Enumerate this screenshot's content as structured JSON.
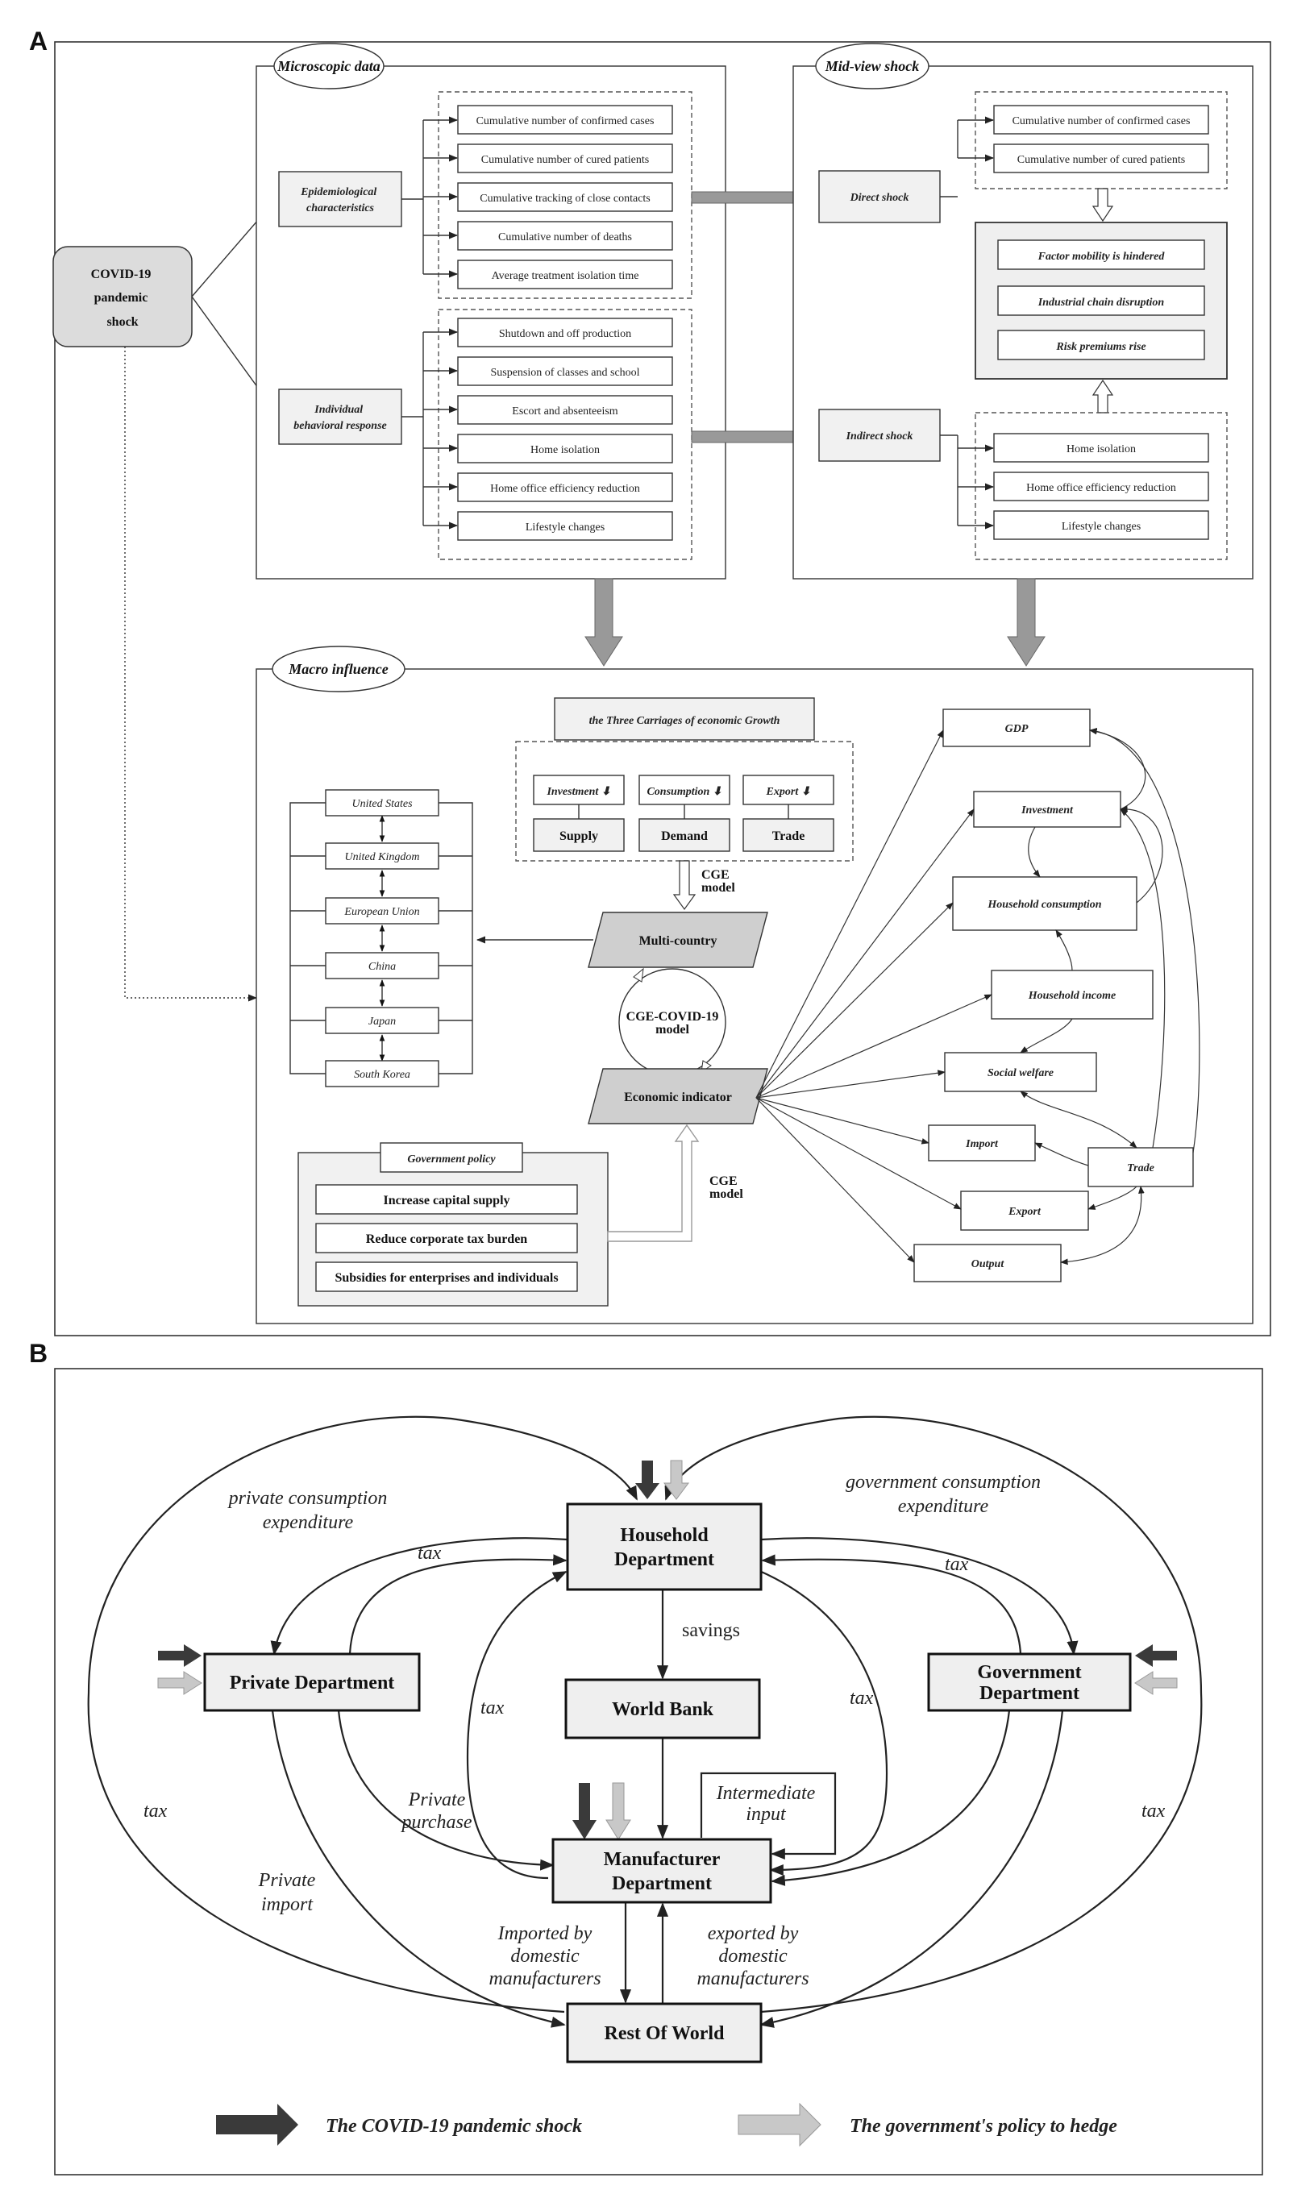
{
  "panel_a": {
    "label": "A",
    "covid_box": "COVID-19 pandemic shock",
    "covid_lines": [
      "COVID-19",
      "pandemic",
      "shock"
    ],
    "microscopic": {
      "title": "Microscopic data",
      "epi_lines": [
        "Epidemiological",
        "characteristics"
      ],
      "epi_items": [
        "Cumulative number of confirmed cases",
        "Cumulative number of cured patients",
        "Cumulative tracking of close contacts",
        "Cumulative number of deaths",
        "Average treatment isolation time"
      ],
      "beh_lines": [
        "Individual",
        "behavioral response"
      ],
      "beh_items": [
        "Shutdown and off production",
        "Suspension of classes and school",
        "Escort and absenteeism",
        "Home isolation",
        "Home office efficiency reduction",
        "Lifestyle changes"
      ]
    },
    "midview": {
      "title": "Mid-view shock",
      "direct": "Direct shock",
      "direct_items": [
        "Cumulative number of confirmed cases",
        "Cumulative number of cured patients"
      ],
      "effects": [
        "Factor mobility is hindered",
        "Industrial chain disruption",
        "Risk premiums rise"
      ],
      "indirect": "Indirect shock",
      "indirect_items": [
        "Home isolation",
        "Home office efficiency reduction",
        "Lifestyle changes"
      ]
    },
    "macro": {
      "title": "Macro influence",
      "carriages_title": "the Three Carriages of economic Growth",
      "carriages": [
        {
          "top": "Investment ⬇",
          "bottom": "Supply"
        },
        {
          "top": "Consumption ⬇",
          "bottom": "Demand"
        },
        {
          "top": "Export ⬇",
          "bottom": "Trade"
        }
      ],
      "cge1": [
        "CGE",
        "model"
      ],
      "multi_country": "Multi-country",
      "cge_covid": [
        "CGE-COVID-19",
        "model"
      ],
      "econ_indicator": "Economic indicator",
      "countries": [
        "United States",
        "United Kingdom",
        "European Union",
        "China",
        "Japan",
        "South Korea"
      ],
      "gov_policy_title": "Government policy",
      "gov_policies": [
        "Increase capital supply",
        "Reduce corporate tax burden",
        "Subsidies for enterprises and individuals"
      ],
      "cge2": [
        "CGE",
        "model"
      ],
      "indicators": [
        "GDP",
        "Investment",
        "Household consumption",
        "Household income",
        "Social welfare",
        "Import",
        "Trade",
        "Export",
        "Output"
      ]
    }
  },
  "panel_b": {
    "label": "B",
    "nodes": {
      "household": [
        "Household",
        "Department"
      ],
      "private": "Private Department",
      "government": [
        "Government",
        "Department"
      ],
      "world_bank": "World Bank",
      "manufacturer": [
        "Manufacturer",
        "Department"
      ],
      "rest_of_world": "Rest Of World"
    },
    "labels": {
      "private_consumption": [
        "private consumption",
        "expenditure"
      ],
      "government_consumption": [
        "government consumption",
        "expenditure"
      ],
      "tax": "tax",
      "savings": "savings",
      "intermediate_input": [
        "Intermediate",
        "input"
      ],
      "private_purchase": [
        "Private",
        "purchase"
      ],
      "private_import": [
        "Private",
        "import"
      ],
      "imported_by": [
        "Imported by",
        "domestic",
        "manufacturers"
      ],
      "exported_by": [
        "exported by",
        "domestic",
        "manufacturers"
      ]
    },
    "legend": {
      "covid": "The COVID-19 pandemic shock",
      "policy": "The government's policy to hedge"
    },
    "colors": {
      "covid_arrow": "#3a3a3a",
      "policy_arrow": "#c8c8c8"
    }
  }
}
